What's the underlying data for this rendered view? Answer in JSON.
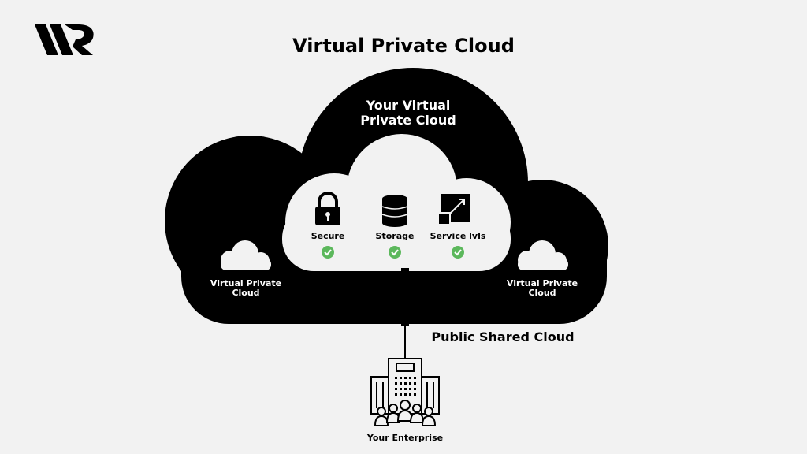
{
  "title": "Virtual Private Cloud",
  "brand": {
    "logo_icon": "wr-logo-icon"
  },
  "private_cloud": {
    "label_line1": "Your Virtual",
    "label_line2": "Private Cloud",
    "features": [
      {
        "label": "Secure",
        "icon": "padlock-icon",
        "status_icon": "check-circle-icon"
      },
      {
        "label": "Storage",
        "icon": "database-icon",
        "status_icon": "check-circle-icon"
      },
      {
        "label": "Service lvls",
        "icon": "resize-icon",
        "status_icon": "check-circle-icon"
      }
    ]
  },
  "side_clouds": [
    {
      "line1": "Virtual Private",
      "line2": "Cloud",
      "icon": "cloud-icon"
    },
    {
      "line1": "Virtual Private",
      "line2": "Cloud",
      "icon": "cloud-icon"
    }
  ],
  "public_cloud_label": "Public Shared Cloud",
  "enterprise": {
    "label": "Your Enterprise",
    "icon": "enterprise-building-icon"
  },
  "colors": {
    "background": "#f2f2f2",
    "dark": "#000000",
    "check": "#5cb85c",
    "light": "#f2f2f2"
  }
}
